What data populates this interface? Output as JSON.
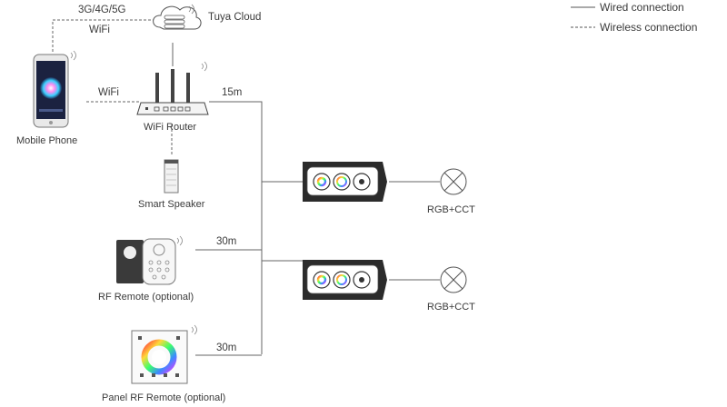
{
  "legend": {
    "wired": "Wired connection",
    "wireless": "Wireless connection"
  },
  "labels": {
    "network": "3G/4G/5G",
    "cloud": "Tuya Cloud",
    "wifi_top": "WiFi",
    "wifi_mid": "WiFi",
    "distance_router": "15m",
    "mobile_phone": "Mobile Phone",
    "wifi_router": "WiFi Router",
    "smart_speaker": "Smart Speaker",
    "distance_rf": "30m",
    "rf_remote": "RF Remote (optional)",
    "distance_panel": "30m",
    "panel_remote": "Panel RF Remote (optional)",
    "light_1": "RGB+CCT",
    "light_2": "RGB+CCT"
  },
  "icons": {
    "cloud": "cloud-server-icon",
    "phone": "mobile-phone-icon",
    "router": "wifi-router-icon",
    "speaker": "smart-speaker-icon",
    "rf_remote": "rf-remote-icon",
    "panel": "panel-remote-icon",
    "controller": "led-controller-icon",
    "lamp": "lamp-icon"
  },
  "colors": {
    "line": "#555555",
    "device_dark": "#2b2b2b"
  }
}
